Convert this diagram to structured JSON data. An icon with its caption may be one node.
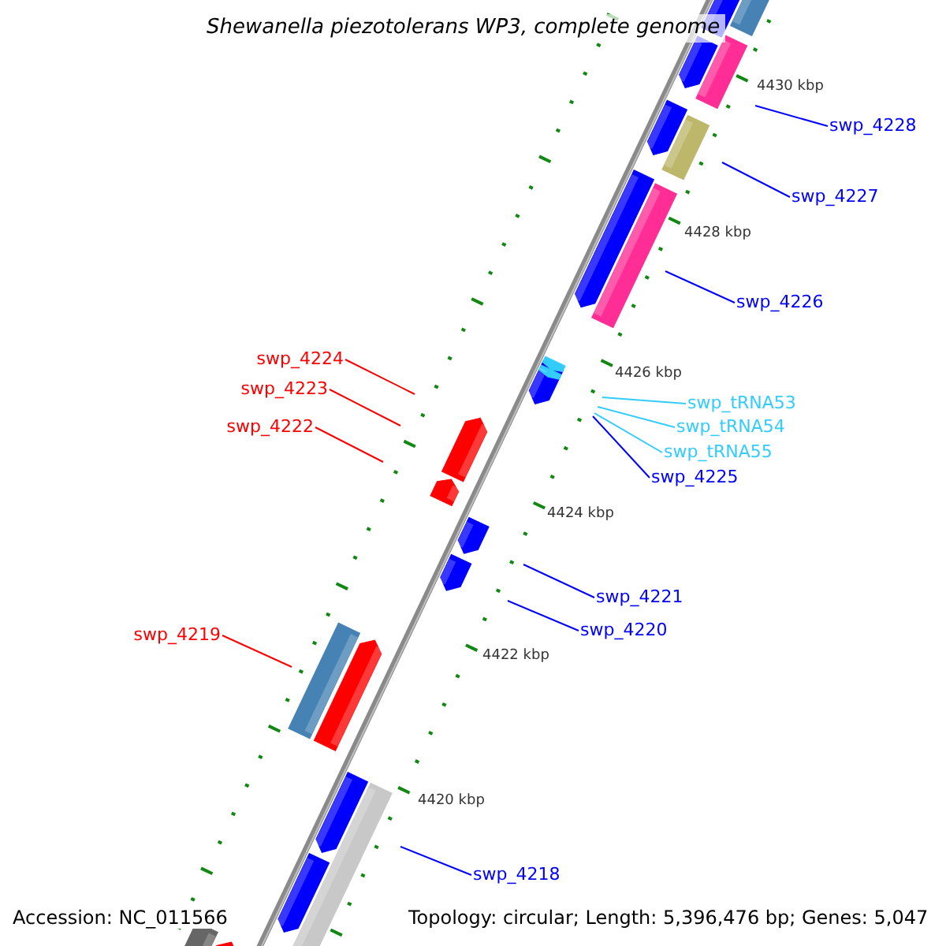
{
  "diagram": {
    "title": "Shewanella piezotolerans WP3, complete genome",
    "nodes": [
      {
        "text": [
          "swp_4228"
        ]
      },
      {
        "text": [
          "swp_4227"
        ]
      },
      {
        "text": [
          "swp_4226"
        ]
      },
      {
        "text": [
          "swp_4224"
        ]
      },
      {
        "text": [
          "swp_4223"
        ]
      },
      {
        "text": [
          "swp_tRNA53"
        ]
      },
      {
        "text": [
          "swp_tRNA54"
        ]
      },
      {
        "text": [
          "swp_4222"
        ]
      },
      {
        "text": [
          "swp_tRNA55"
        ]
      },
      {
        "text": [
          "swp_4225"
        ]
      },
      {
        "text": [
          "swp_4221"
        ]
      },
      {
        "text": [
          "swp_4220"
        ]
      },
      {
        "text": [
          "swp_4219"
        ]
      },
      {
        "text": [
          "swp_4218"
        ]
      }
    ],
    "edges": [
      {
        "from": 0,
        "to": null,
        "arrow": "none"
      },
      {
        "from": 1,
        "to": null,
        "arrow": "none"
      },
      {
        "from": 2,
        "to": null,
        "arrow": "none"
      },
      {
        "from": 3,
        "to": null,
        "arrow": "none",
        "color": "#ff0000"
      },
      {
        "from": 4,
        "to": null,
        "arrow": "none",
        "color": "#ff0000"
      },
      {
        "from": 5,
        "to": null,
        "arrow": "none",
        "color": "#33ccff"
      },
      {
        "from": 6,
        "to": null,
        "arrow": "none",
        "color": "#33ccff"
      },
      {
        "from": 7,
        "to": null,
        "arrow": "none",
        "color": "#ff0000"
      },
      {
        "from": 8,
        "to": null,
        "arrow": "none",
        "color": "#33ccff"
      },
      {
        "from": 9,
        "to": null,
        "arrow": "none"
      },
      {
        "from": 10,
        "to": null,
        "arrow": "none"
      },
      {
        "from": 11,
        "to": null,
        "arrow": "none"
      },
      {
        "from": 12,
        "to": null,
        "arrow": "none",
        "color": "#ff0000"
      },
      {
        "from": 13,
        "to": null,
        "arrow": "none"
      }
    ],
    "labels": [
      "4430 kbp",
      "4428 kbp",
      "4426 kbp",
      "4424 kbp",
      "4422 kbp",
      "4420 kbp",
      "Accession: NC_011566",
      "Topology: circular; Length: 5,396,476 bp; Genes: 5,047"
    ]
  }
}
